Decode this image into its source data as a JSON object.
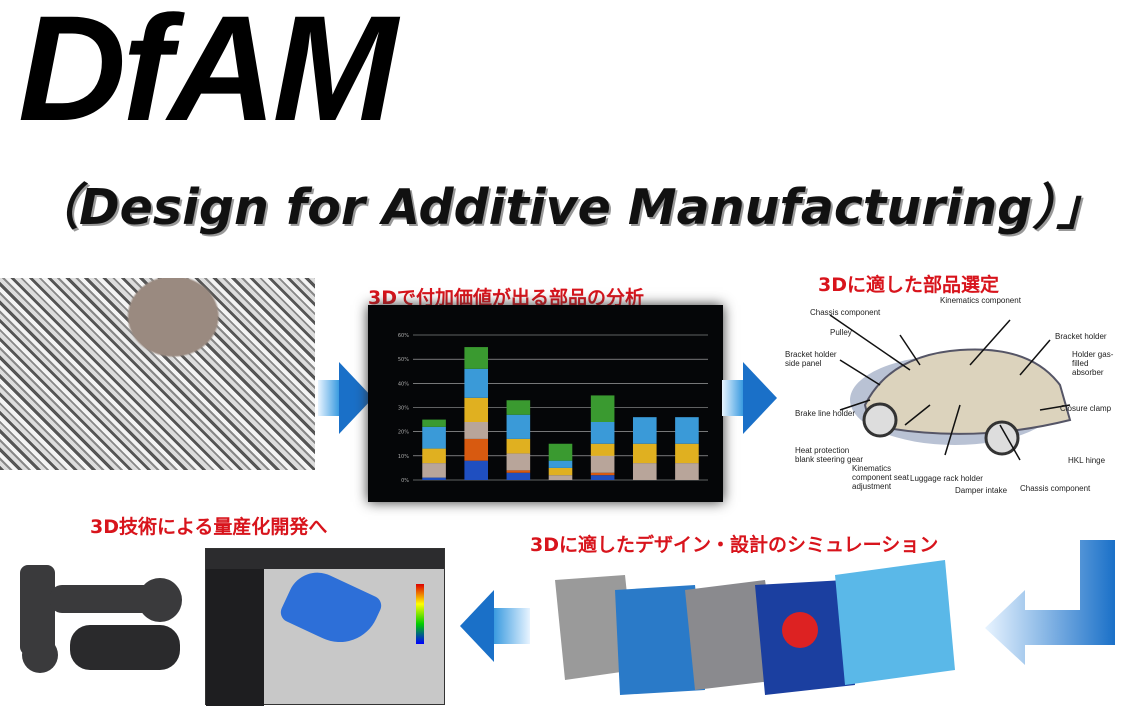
{
  "header": {
    "title": "DfAM",
    "subtitle": "（Design for Additive Manufacturing）」"
  },
  "steps": [
    {
      "label": "3Dで付加価値が出る部品の分析"
    },
    {
      "label": "3Dに適した部品選定"
    },
    {
      "label": "3Dに適したデザイン・設計のシミュレーション"
    },
    {
      "label": "3D技術による量産化開発へ"
    }
  ],
  "car_labels": [
    "Chassis component",
    "Kinematics component",
    "Pulley",
    "Bracket holder side panel",
    "Brake line holder",
    "Heat protection blank steering gear",
    "Kinematics component seat adjustment",
    "Luggage rack holder",
    "Damper intake",
    "Chassis component",
    "HKL hinge",
    "Closure clamp",
    "Holder gas-filled absorber",
    "Bracket holder"
  ],
  "colors": {
    "accent_red": "#d8141c",
    "arrow_blue": "#1a70c8"
  },
  "chart_data": {
    "type": "bar",
    "stacked": true,
    "title": "",
    "yticks": [
      "0%",
      "10%",
      "20%",
      "30%",
      "40%",
      "50%",
      "60%"
    ],
    "ylim": [
      0,
      60
    ],
    "categories": [
      "",
      "",
      "",
      "",
      "",
      "",
      ""
    ],
    "series": [
      {
        "name": "blue",
        "color": "#1f4fc0",
        "values": [
          1,
          8,
          3,
          0,
          2,
          0,
          0
        ]
      },
      {
        "name": "orange",
        "color": "#d85a10",
        "values": [
          0,
          9,
          1,
          0,
          1,
          0,
          0
        ]
      },
      {
        "name": "tan",
        "color": "#b8a59a",
        "values": [
          6,
          7,
          7,
          2,
          7,
          7,
          7
        ]
      },
      {
        "name": "yellow",
        "color": "#e0b020",
        "values": [
          6,
          10,
          6,
          3,
          5,
          8,
          8
        ]
      },
      {
        "name": "lightblue",
        "color": "#3a9ad8",
        "values": [
          9,
          12,
          10,
          3,
          9,
          11,
          11
        ]
      },
      {
        "name": "green",
        "color": "#3a9a30",
        "values": [
          3,
          9,
          6,
          7,
          11,
          0,
          0
        ]
      }
    ]
  }
}
